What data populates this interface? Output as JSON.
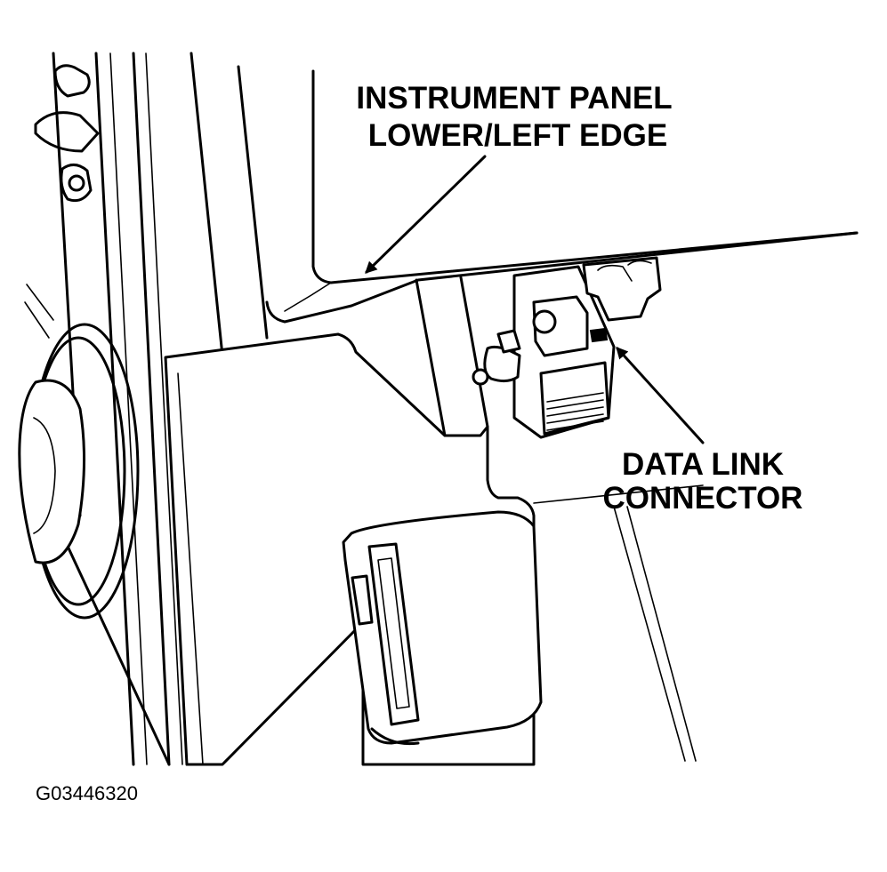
{
  "diagram": {
    "callouts": [
      {
        "id": "instrument-panel",
        "lines": [
          "INSTRUMENT PANEL",
          "LOWER/LEFT EDGE"
        ]
      },
      {
        "id": "data-link-connector",
        "lines": [
          "DATA LINK",
          "CONNECTOR"
        ]
      }
    ],
    "figure_id": "G03446320",
    "colors": {
      "ink": "#000000",
      "paper": "#ffffff"
    }
  }
}
